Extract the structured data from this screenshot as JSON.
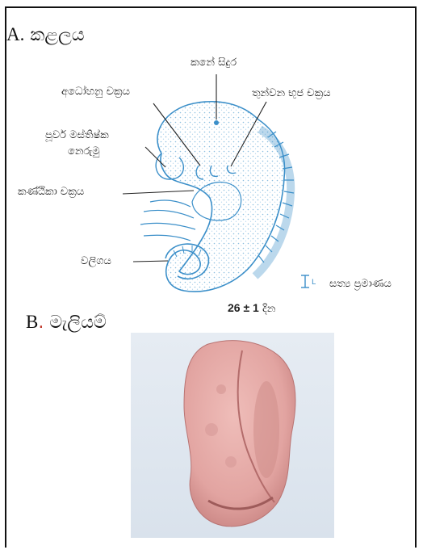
{
  "section_a": {
    "letter": "A.",
    "title": "කළලය"
  },
  "section_b": {
    "letter": "B",
    "dot": ".",
    "title": "මැලියම්"
  },
  "labels": {
    "otic_pit": "කනේ සිදුර",
    "mandibular_arch": "අධෝහනු චක්‍රය",
    "pharyngeal_arch": "තුන්වන භුජ චක්‍රය",
    "heart_bulge_line1": "පූර්ව මස්තිෂ්ක",
    "heart_bulge_line2": "නෙරුමු",
    "cardiac": "කණ්ඨිකා චක්‍රය",
    "tail": "වලිගය",
    "scale": "සත්‍ය ප්‍රමාණය"
  },
  "days": {
    "value": "26 ± 1",
    "unit": "දින"
  },
  "colors": {
    "outline": "#3b8fc9",
    "stipple": "#9cc6e4",
    "clay": "#e4a9a6",
    "photo_bg": "#dde5ee"
  }
}
